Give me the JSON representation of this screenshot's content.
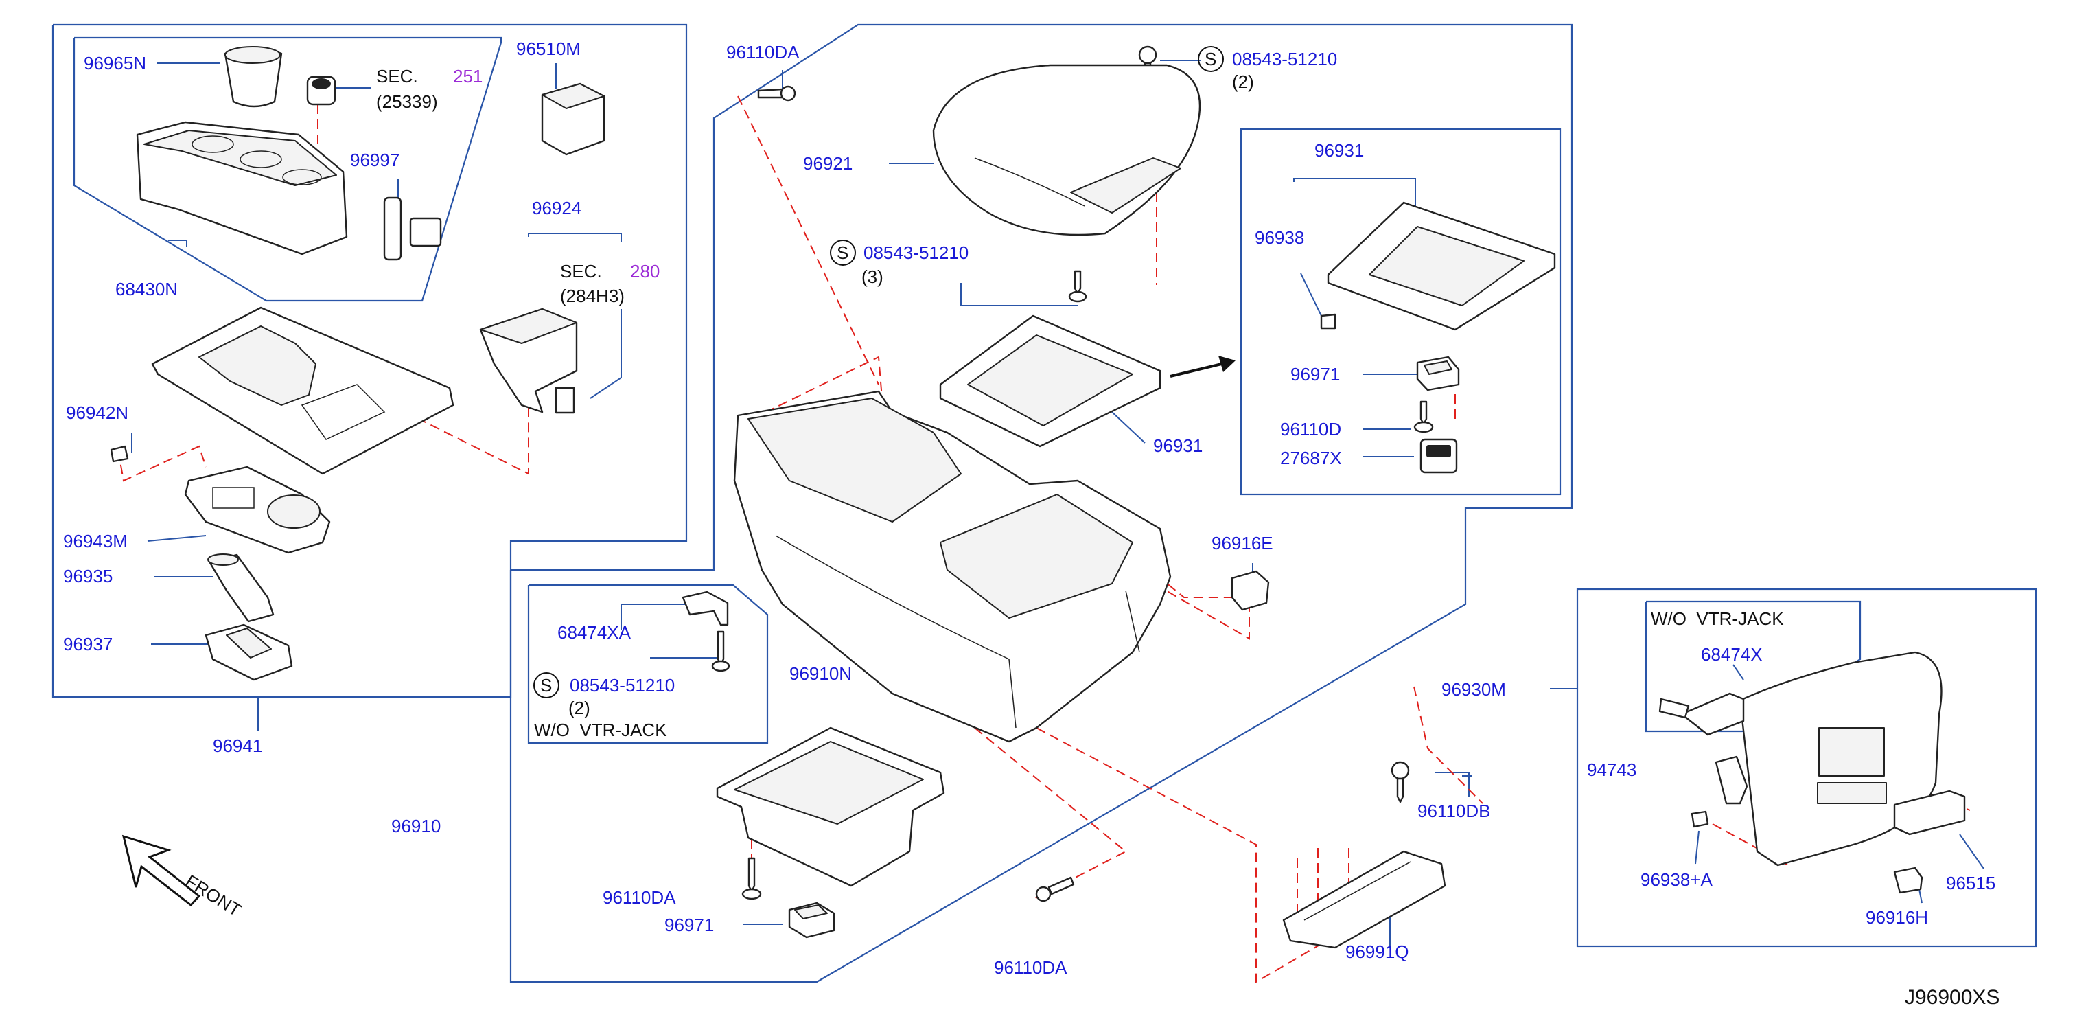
{
  "diagram": {
    "drawing_code": "J96900XS",
    "front_label": "FRONT",
    "sec_ref_1": {
      "prefix": "SEC.",
      "number": "251",
      "sub": "(25339)"
    },
    "sec_ref_2": {
      "prefix": "SEC.",
      "number": "280",
      "sub": "(284H3)"
    },
    "screw_spec_symbol": "S",
    "note_wo_vtr_jack": "W/O  VTR-JACK",
    "parts": {
      "p96965N": "96965N",
      "p96510M": "96510M",
      "p96997": "96997",
      "p68430N": "68430N",
      "p96924": "96924",
      "p96942N": "96942N",
      "p96943M": "96943M",
      "p96935": "96935",
      "p96937": "96937",
      "p96941": "96941",
      "p96110DA_top": "96110DA",
      "p96921": "96921",
      "p08543_top": "08543-51210",
      "p08543_top_qty": "(2)",
      "p08543_mid": "08543-51210",
      "p08543_mid_qty": "(3)",
      "p96931_inset": "96931",
      "p96938": "96938",
      "p96971_inset": "96971",
      "p96110D": "96110D",
      "p27687X": "27687X",
      "p96931": "96931",
      "p96916E": "96916E",
      "p96910N": "96910N",
      "p68474XA": "68474XA",
      "p08543_left": "08543-51210",
      "p08543_left_qty": "(2)",
      "p96910": "96910",
      "p96110DA_low": "96110DA",
      "p96971_low": "96971",
      "p96110DA_bottom": "96110DA",
      "p96110DB": "96110DB",
      "p96991Q": "96991Q",
      "p96930M": "96930M",
      "p68474X": "68474X",
      "p94743": "94743",
      "p96938A": "96938+A",
      "p96515": "96515",
      "p96916H": "96916H"
    }
  }
}
